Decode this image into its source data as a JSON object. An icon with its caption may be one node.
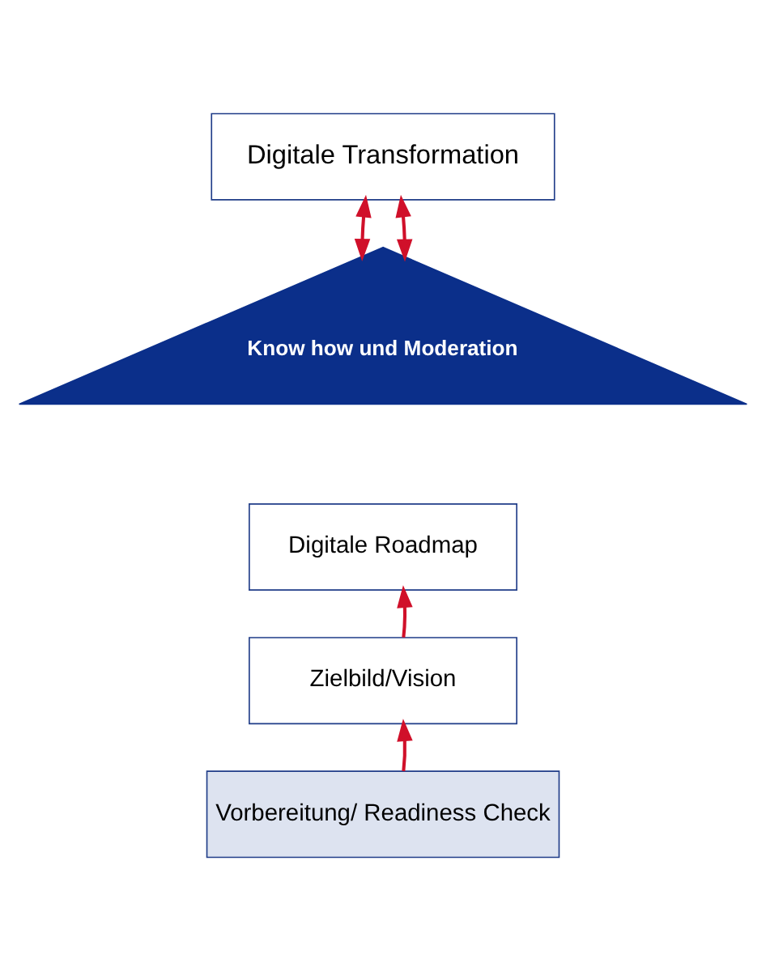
{
  "diagram": {
    "nodes": [
      {
        "text": [
          "Digitale Transformation"
        ]
      },
      {
        "text": [
          "Know how und Moderation"
        ]
      },
      {
        "text": [
          "Digitale Roadmap"
        ]
      },
      {
        "text": [
          "Zielbild/Vision"
        ]
      },
      {
        "text": [
          "Vorbereitung/ Readiness Check"
        ]
      }
    ],
    "edges": [
      {
        "from": 0,
        "to": 1,
        "arrow": "both"
      },
      {
        "from": 0,
        "to": 1,
        "arrow": "both"
      },
      {
        "from": 3,
        "to": 2,
        "arrow": "to"
      },
      {
        "from": 4,
        "to": 3,
        "arrow": "to"
      }
    ]
  }
}
